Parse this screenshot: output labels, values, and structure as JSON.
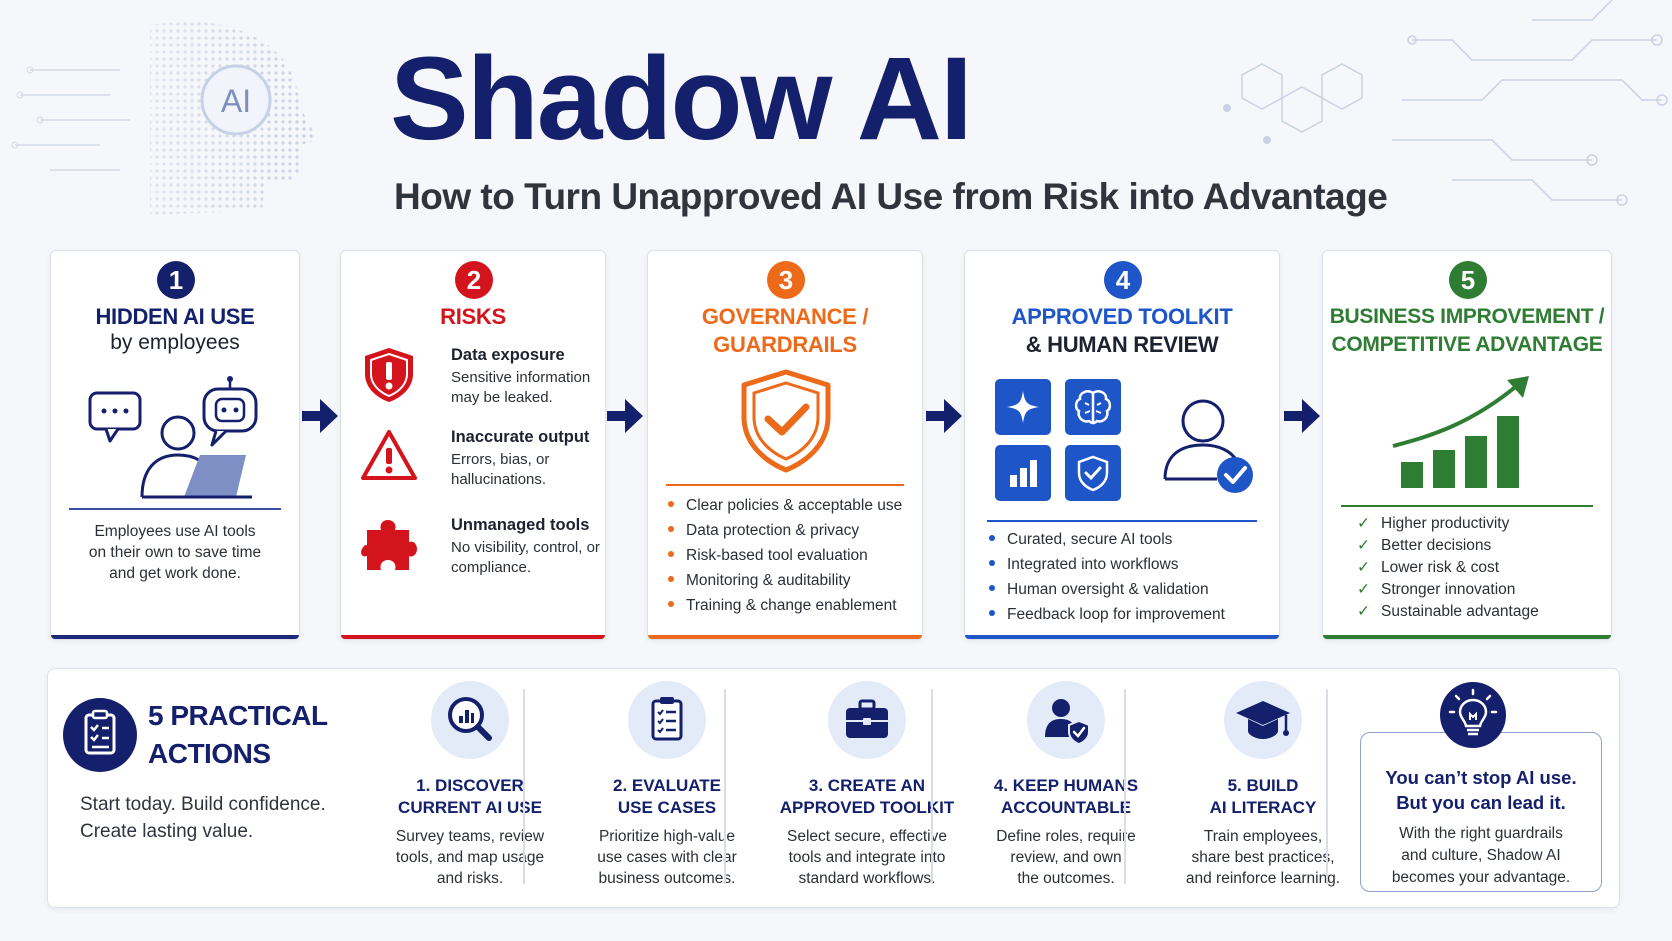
{
  "header": {
    "title": "Shadow AI",
    "subtitle": "How to Turn Unapproved AI Use from Risk into Advantage",
    "badge": "AI"
  },
  "colors": {
    "navy": "#14206b",
    "blue": "#1e56c8",
    "red": "#d4141c",
    "orange": "#ec6a1a",
    "green": "#2e7d32"
  },
  "steps": [
    {
      "number": "1",
      "title": "HIDDEN AI USE",
      "subtitle": "by employees",
      "description": "Employees use AI tools\non their own to save time\nand get work done.",
      "icons": [
        "chat-bubble-icon",
        "person-laptop-icon",
        "robot-icon"
      ]
    },
    {
      "number": "2",
      "title": "RISKS",
      "risks": [
        {
          "icon": "shield-alert-icon",
          "title": "Data exposure",
          "description": "Sensitive information may be leaked."
        },
        {
          "icon": "warning-triangle-icon",
          "title": "Inaccurate output",
          "description": "Errors, bias, or hallucinations."
        },
        {
          "icon": "puzzle-icon",
          "title": "Unmanaged tools",
          "description": "No visibility, control, or compliance."
        }
      ]
    },
    {
      "number": "3",
      "title_line1": "GOVERNANCE /",
      "title_line2": "GUARDRAILS",
      "bullets": [
        "Clear policies & acceptable use",
        "Data protection & privacy",
        "Risk-based tool evaluation",
        "Monitoring & auditability",
        "Training & change enablement"
      ]
    },
    {
      "number": "4",
      "title_line1": "APPROVED TOOLKIT",
      "title_line2": "& HUMAN REVIEW",
      "bullets": [
        "Curated, secure AI tools",
        "Integrated into workflows",
        "Human oversight & validation",
        "Feedback loop for improvement"
      ]
    },
    {
      "number": "5",
      "title_line1": "BUSINESS IMPROVEMENT /",
      "title_line2": "COMPETITIVE ADVANTAGE",
      "checks": [
        "Higher productivity",
        "Better decisions",
        "Lower risk & cost",
        "Stronger innovation",
        "Sustainable advantage"
      ]
    }
  ],
  "actions": {
    "title_line1": "5 PRACTICAL",
    "title_line2": "ACTIONS",
    "intro_line1": "Start today. Build confidence.",
    "intro_line2": "Create lasting value.",
    "items": [
      {
        "icon": "magnifier-chart-icon",
        "title": "1. DISCOVER\nCURRENT AI USE",
        "description": "Survey teams, review\ntools, and map usage\nand risks."
      },
      {
        "icon": "clipboard-icon",
        "title": "2. EVALUATE\nUSE CASES",
        "description": "Prioritize high-value\nuse cases with clear\nbusiness outcomes."
      },
      {
        "icon": "briefcase-icon",
        "title": "3. CREATE AN\nAPPROVED TOOLKIT",
        "description": "Select secure, effective\ntools and integrate into\nstandard workflows."
      },
      {
        "icon": "user-shield-icon",
        "title": "4. KEEP HUMANS\nACCOUNTABLE",
        "description": "Define roles, require\nreview, and own\nthe outcomes."
      },
      {
        "icon": "graduation-cap-icon",
        "title": "5. BUILD\nAI LITERACY",
        "description": "Train employees,\nshare best practices,\nand reinforce learning."
      }
    ],
    "callout": {
      "icon": "lightbulb-icon",
      "title": "You can’t stop AI use.\nBut you can lead it.",
      "description": "With the right guardrails\nand culture, Shadow AI\nbecomes your advantage."
    }
  }
}
